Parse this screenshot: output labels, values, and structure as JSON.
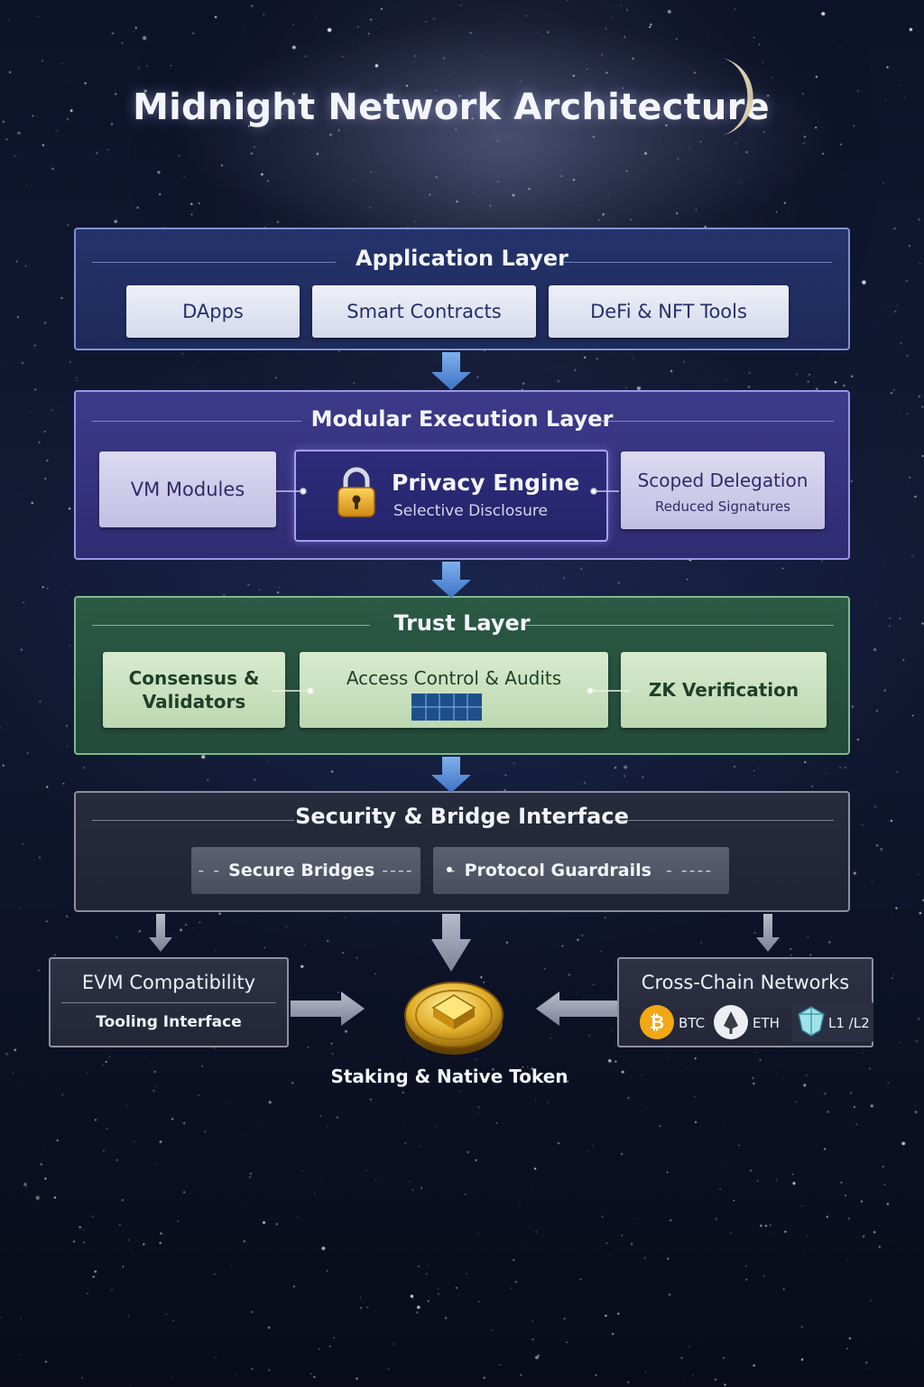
{
  "title": "Midnight Network Architecture",
  "layers": {
    "application": {
      "title": "Application Layer",
      "items": [
        "DApps",
        "Smart Contracts",
        "DeFi & NFT Tools"
      ]
    },
    "execution": {
      "title": "Modular Execution Layer",
      "vm": "VM Modules",
      "privacy_title": "Privacy Engine",
      "privacy_subtitle": "Selective Disclosure",
      "delegation_title": "Scoped Delegation",
      "delegation_subtitle": "Reduced Signatures"
    },
    "trust": {
      "title": "Trust Layer",
      "consensus_line1": "Consensus &",
      "consensus_line2": "Validators",
      "access": "Access Control & Audits",
      "zk": "ZK Verification"
    },
    "security": {
      "title": "Security & Bridge Interface",
      "bridges": "Secure Bridges",
      "guardrails": "Protocol Guardrails"
    }
  },
  "bottom": {
    "evm_title": "EVM Compatibility",
    "evm_subtitle": "Tooling Interface",
    "token_label": "Staking & Native Token",
    "crosschain_title": "Cross-Chain Networks",
    "networks": [
      "BTC",
      "ETH",
      "L1 /L2"
    ]
  },
  "colors": {
    "background": "#0d1328",
    "application": "#24336b",
    "execution": "#3d3a8a",
    "trust": "#2b5a45",
    "security": "#272b3c",
    "arrow": "#6f9fe0",
    "gold": "#e2b02c"
  },
  "icons": {
    "privacy": "padlock-icon",
    "token": "gold-coin-icon",
    "btc": "bitcoin-icon",
    "eth": "ethereum-icon",
    "l1l2": "crystal-icon",
    "moon": "crescent-moon-icon"
  }
}
